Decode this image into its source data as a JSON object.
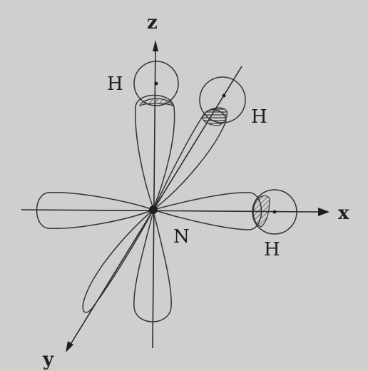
{
  "axes": {
    "x": "x",
    "y": "y",
    "z": "z"
  },
  "atoms": {
    "central": "N",
    "h_top": "H",
    "h_diag": "H",
    "h_right": "H"
  },
  "colors": {
    "background": "#cfcfcd",
    "ink": "#2a2a2a"
  }
}
